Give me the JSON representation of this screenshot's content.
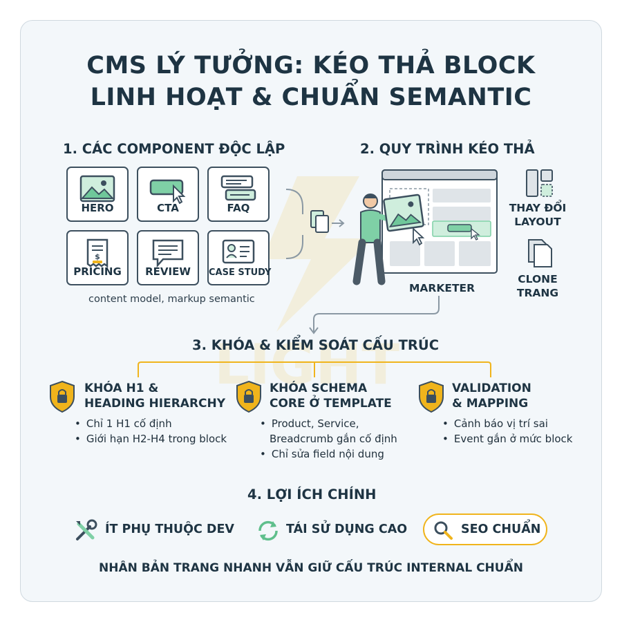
{
  "title": {
    "line1": "CMS LÝ TƯỞNG: KÉO THẢ BLOCK",
    "line2": "LINH HOẠT & CHUẨN SEMANTIC"
  },
  "section1": {
    "heading": "1. CÁC COMPONENT ĐỘC LẬP",
    "components": [
      {
        "label": "HERO",
        "icon": "image-icon"
      },
      {
        "label": "CTA",
        "icon": "cursor-button-icon"
      },
      {
        "label": "FAQ",
        "icon": "chat-bubbles-icon"
      },
      {
        "label": "PRICING",
        "icon": "receipt-icon"
      },
      {
        "label": "REVIEW",
        "icon": "comment-icon"
      },
      {
        "label": "CASE STUDY",
        "icon": "id-card-icon"
      }
    ],
    "caption": "content model, markup semantic"
  },
  "section2": {
    "heading": "2. QUY TRÌNH KÉO THẢ",
    "actor_label": "MARKETER",
    "side_actions": [
      {
        "label_line1": "THAY ĐỔI",
        "label_line2": "LAYOUT",
        "icon": "layout-grid-icon"
      },
      {
        "label_line1": "CLONE",
        "label_line2": "TRANG",
        "icon": "copy-pages-icon"
      }
    ]
  },
  "section3": {
    "heading": "3. KHÓA & KIỂM SOÁT CẤU TRÚC",
    "controls": [
      {
        "title_line1": "KHÓA H1 &",
        "title_line2": "HEADING HIERARCHY",
        "bullets": [
          "Chỉ 1 H1 cố định",
          "Giới hạn H2-H4 trong block"
        ]
      },
      {
        "title_line1": "KHÓA SCHEMA",
        "title_line2": "CORE Ở TEMPLATE",
        "bullets": [
          "Product, Service,",
          "Breadcrumb gắn cố định",
          "Chỉ sửa field nội dung"
        ]
      },
      {
        "title_line1": "VALIDATION",
        "title_line2": "& MAPPING",
        "bullets": [
          "Cảnh báo vị trí sai",
          "Event gắn ở mức block"
        ]
      }
    ]
  },
  "section4": {
    "heading": "4. LỢI ÍCH CHÍNH",
    "benefits": [
      {
        "label": "ÍT PHỤ THUỘC DEV",
        "icon": "tools-icon"
      },
      {
        "label": "TÁI SỬ DỤNG CAO",
        "icon": "recycle-icon"
      },
      {
        "label": "SEO CHUẨN",
        "icon": "search-icon"
      }
    ]
  },
  "footer": "NHÂN BẢN TRANG NHANH VẪN GIỮ CẤU TRÚC INTERNAL CHUẨN",
  "colors": {
    "accent_green": "#7fd0a6",
    "accent_yellow": "#f0b41c",
    "ink": "#1e3443",
    "outline": "#3c4f5e",
    "card_bg": "#f3f7fa"
  }
}
